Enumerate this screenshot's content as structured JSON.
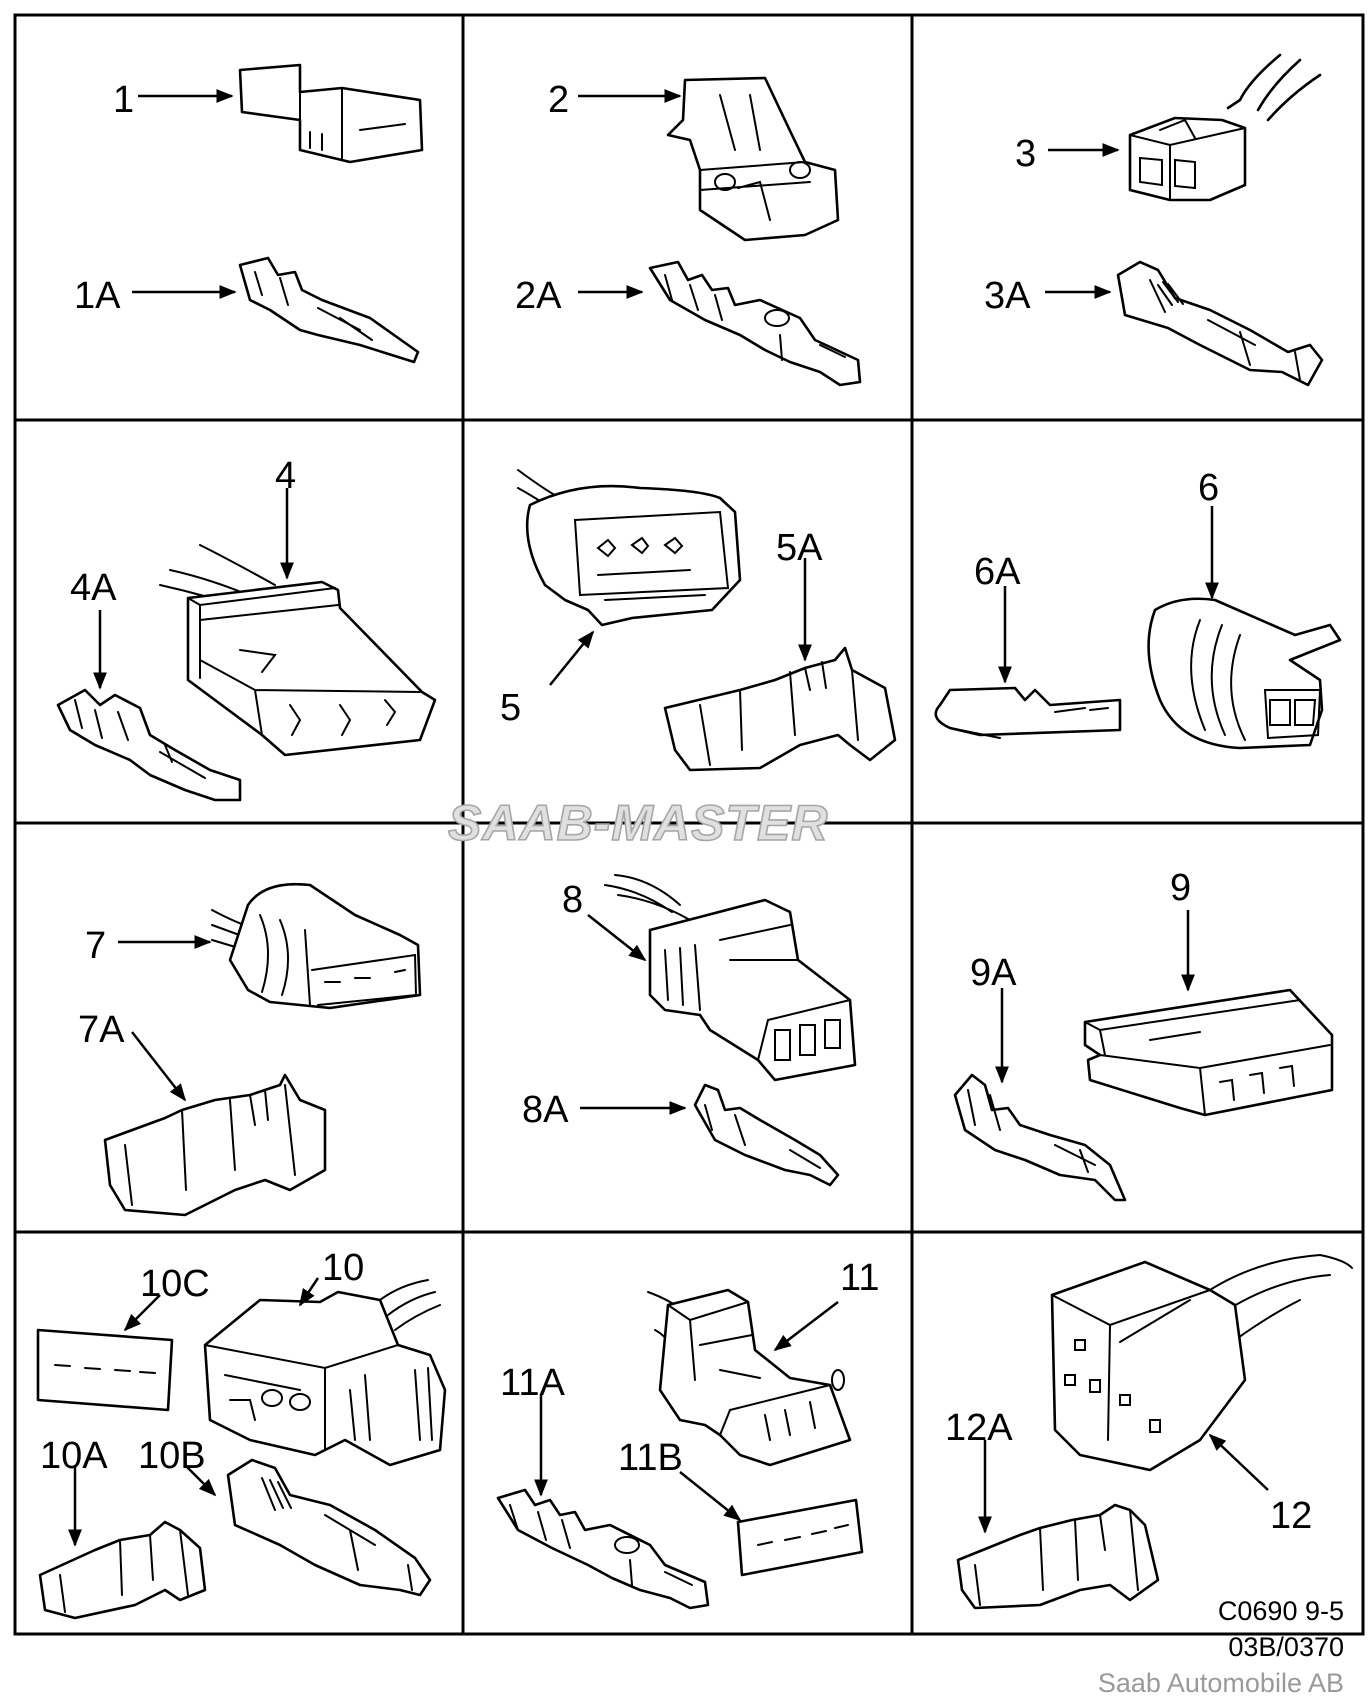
{
  "diagram_code": "C0690 9-5",
  "reference": "03B/0370",
  "company": "Saab Automobile AB",
  "watermark": "SAAB-MASTER",
  "labels": {
    "l1": "1",
    "l1a": "1A",
    "l2": "2",
    "l2a": "2A",
    "l3": "3",
    "l3a": "3A",
    "l4": "4",
    "l4a": "4A",
    "l5": "5",
    "l5a": "5A",
    "l6": "6",
    "l6a": "6A",
    "l7": "7",
    "l7a": "7A",
    "l8": "8",
    "l8a": "8A",
    "l9": "9",
    "l9a": "9A",
    "l10": "10",
    "l10a": "10A",
    "l10b": "10B",
    "l10c": "10C",
    "l11": "11",
    "l11a": "11A",
    "l11b": "11B",
    "l12": "12",
    "l12a": "12A"
  }
}
